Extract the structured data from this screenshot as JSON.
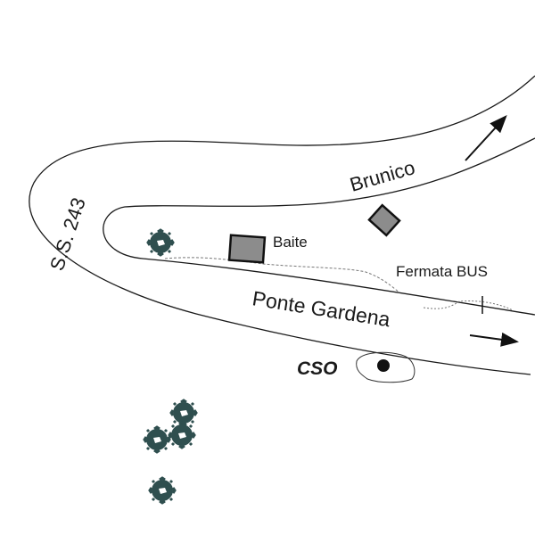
{
  "labels": {
    "road_name": "S.S. 243",
    "direction_north": "Brunico",
    "direction_south": "Ponte Gardena",
    "building": "Baite",
    "bus_stop": "Fermata BUS",
    "site": "CSO"
  },
  "icons": {
    "tree": "tree-icon",
    "building": "building-icon",
    "site_marker": "site-dot-icon",
    "arrow": "arrow-icon"
  },
  "colors": {
    "road_line": "#1a1a1a",
    "building_fill": "#8c8c8c",
    "tree_fill": "#2f4f4f",
    "path": "#777777"
  }
}
